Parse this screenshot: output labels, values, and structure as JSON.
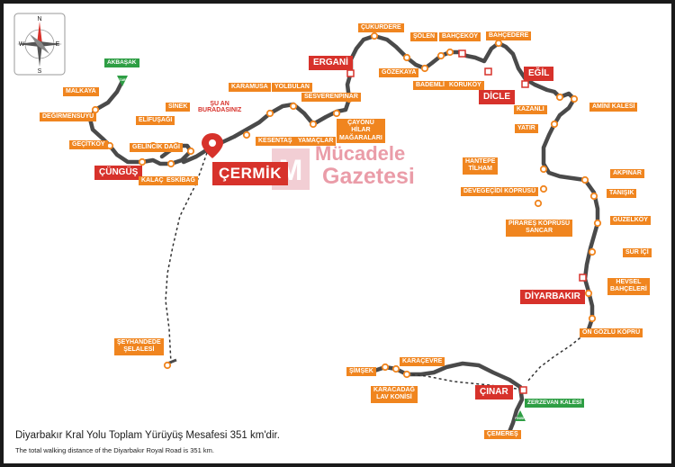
{
  "compass": {
    "n": "N",
    "s": "S",
    "w": "W",
    "e": "E"
  },
  "flags": {
    "start_text": "START",
    "end_text": "FINISH"
  },
  "current_location": {
    "line1": "ŞU AN",
    "line2": "BURADASINIZ"
  },
  "watermark": {
    "line1": "Mücadele",
    "line2": "Gazetesi"
  },
  "towns": {
    "cungus": "ÇÜNGÜŞ",
    "ergani": "ERGANİ",
    "dicle": "DİCLE",
    "egil": "EĞİL",
    "diyarbakir": "DİYARBAKIR",
    "cinar": "ÇINAR",
    "cermik": "ÇERMİK"
  },
  "places": {
    "akbasak": "AKBAŞAK",
    "zerzevan": "ZERZEVAN KALESİ",
    "malkaya": "MALKAYA",
    "degirmensuyu": "DEĞİRMENSUYU",
    "gecitkoy": "GEÇİTKÖY",
    "elifusagi": "ELİFUŞAĞI",
    "sinek": "SİNEK",
    "gelincik": "GELİNCİK DAĞI",
    "kalac": "KALAÇ",
    "eskibag": "ESKİBAĞ",
    "karamusa": "KARAMUSA",
    "yolbulan": "YOLBULAN",
    "sesverenpinar": "SESVERENPINAR",
    "kesentas": "KESENTAŞ",
    "yamaclar": "YAMAÇLAR",
    "cayonu_1": "ÇAYÖNÜ",
    "cayonu_2": "HİLAR",
    "cayonu_3": "MAĞARALARI",
    "cukurdere": "ÇUKURDERE",
    "gozekaya": "GÖZEKAYA",
    "solen": "ŞÖLEN",
    "bahcekoy": "BAHÇEKÖY",
    "bahcedere": "BAHÇEDERE",
    "bademli": "BADEMLİ",
    "korukoy": "KORUKÖY",
    "kazanli": "KAZANLI",
    "amini": "AMİNİ KALESİ",
    "yatir": "YATIR",
    "hantepe_1": "HANTEPE",
    "hantepe_2": "TİLHAM",
    "devegecidi": "DEVEGEÇİDİ KÖPRÜSÜ",
    "pirares_1": "PİRAREŞ KÖPRÜSÜ",
    "pirares_2": "SANCAR",
    "akpinar": "AKPINAR",
    "tanisik": "TANIŞIK",
    "guzelkoy": "GÜZELKÖY",
    "sur_ici": "SUR İÇİ",
    "hevsel_1": "HEVSEL",
    "hevsel_2": "BAHÇELERİ",
    "on_gozlu": "ON GÖZLÜ KÖPRÜ",
    "simsek": "ŞİMŞEK",
    "karacevre": "KARAÇEVRE",
    "karacadag_1": "KARACADAĞ",
    "karacadag_2": "LAV KONİSİ",
    "cemeres": "ÇEMEREŞ",
    "seyhandede_1": "ŞEYHANDEDE",
    "seyhandede_2": "ŞELALESİ"
  },
  "colors": {
    "stop_orange": "#f0851f",
    "town_red": "#d7322b",
    "start_green": "#2e9e44",
    "route_gray": "#4a4a4a"
  },
  "footer": {
    "turkish": "Diyarbakır Kral Yolu Toplam Yürüyüş Mesafesi 351 km'dir.",
    "english": "The total walking distance of the Diyarbakır Royal Road is 351 km."
  }
}
